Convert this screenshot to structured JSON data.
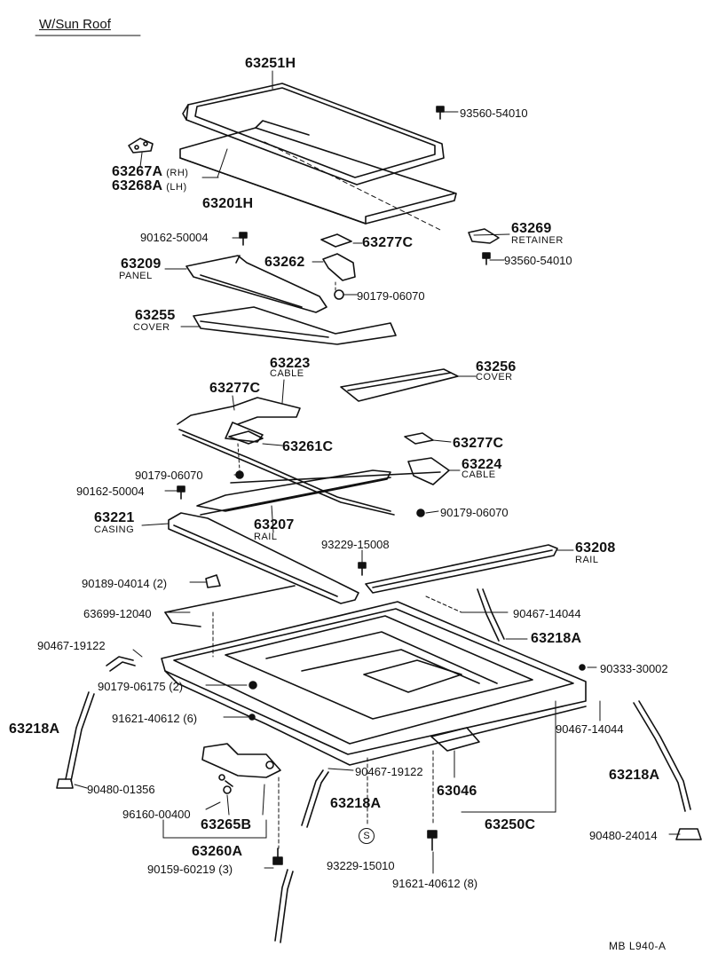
{
  "title": "W/Sun Roof",
  "footer": "MB  L940-A",
  "s_mark": "S",
  "callouts": [
    {
      "id": "p63251H",
      "text": "63251H",
      "size": "lg"
    },
    {
      "id": "p93560_54010_a",
      "text": "93560-54010",
      "size": "md"
    },
    {
      "id": "p63267A",
      "text": "63267A",
      "size": "lg",
      "suffix": "(RH)"
    },
    {
      "id": "p63268A",
      "text": "63268A",
      "size": "lg",
      "suffix": "(LH)"
    },
    {
      "id": "p63201H",
      "text": "63201H",
      "size": "lg"
    },
    {
      "id": "p63269",
      "text": "63269",
      "size": "lg",
      "sub": "RETAINER"
    },
    {
      "id": "p90162_50004_a",
      "text": "90162-50004",
      "size": "md"
    },
    {
      "id": "p63277C_a",
      "text": "63277C",
      "size": "lg"
    },
    {
      "id": "p93560_54010_b",
      "text": "93560-54010",
      "size": "md"
    },
    {
      "id": "p63209",
      "text": "63209",
      "size": "lg",
      "sub": "PANEL"
    },
    {
      "id": "p63262",
      "text": "63262",
      "size": "lg"
    },
    {
      "id": "p90179_06070_a",
      "text": "90179-06070",
      "size": "md"
    },
    {
      "id": "p63255",
      "text": "63255",
      "size": "lg",
      "sub": "COVER"
    },
    {
      "id": "p63223",
      "text": "63223",
      "size": "lg",
      "sub": "CABLE"
    },
    {
      "id": "p63256",
      "text": "63256",
      "size": "lg",
      "sub": "COVER"
    },
    {
      "id": "p63277C_b",
      "text": "63277C",
      "size": "lg"
    },
    {
      "id": "p63261C",
      "text": "63261C",
      "size": "lg"
    },
    {
      "id": "p63277C_c",
      "text": "63277C",
      "size": "lg"
    },
    {
      "id": "p90179_06070_b",
      "text": "90179-06070",
      "size": "md"
    },
    {
      "id": "p63224",
      "text": "63224",
      "size": "lg",
      "sub": "CABLE"
    },
    {
      "id": "p90162_50004_b",
      "text": "90162-50004",
      "size": "md"
    },
    {
      "id": "p90179_06070_c",
      "text": "90179-06070",
      "size": "md"
    },
    {
      "id": "p63221",
      "text": "63221",
      "size": "lg",
      "sub": "CASING"
    },
    {
      "id": "p63207",
      "text": "63207",
      "size": "lg",
      "sub": "RAIL"
    },
    {
      "id": "p93229_15008",
      "text": "93229-15008",
      "size": "md"
    },
    {
      "id": "p63208",
      "text": "63208",
      "size": "lg",
      "sub": "RAIL"
    },
    {
      "id": "p90189_04014",
      "text": "90189-04014 (2)",
      "size": "md"
    },
    {
      "id": "p63699_12040",
      "text": "63699-12040",
      "size": "md"
    },
    {
      "id": "p90467_14044_a",
      "text": "90467-14044",
      "size": "md"
    },
    {
      "id": "p90467_19122_a",
      "text": "90467-19122",
      "size": "md"
    },
    {
      "id": "p63218A_a",
      "text": "63218A",
      "size": "lg"
    },
    {
      "id": "p90179_06175",
      "text": "90179-06175 (2)",
      "size": "md"
    },
    {
      "id": "p90333_30002",
      "text": "90333-30002",
      "size": "md"
    },
    {
      "id": "p63218A_b",
      "text": "63218A",
      "size": "lg"
    },
    {
      "id": "p91621_40612_a",
      "text": "91621-40612 (6)",
      "size": "md"
    },
    {
      "id": "p90467_14044_b",
      "text": "90467-14044",
      "size": "md"
    },
    {
      "id": "p90467_19122_b",
      "text": "90467-19122",
      "size": "md"
    },
    {
      "id": "p90480_01356",
      "text": "90480-01356",
      "size": "md"
    },
    {
      "id": "p63046",
      "text": "63046",
      "size": "lg"
    },
    {
      "id": "p63218A_c",
      "text": "63218A",
      "size": "lg"
    },
    {
      "id": "p63218A_d",
      "text": "63218A",
      "size": "lg"
    },
    {
      "id": "p96160_00400",
      "text": "96160-00400",
      "size": "md"
    },
    {
      "id": "p63265B",
      "text": "63265B",
      "size": "lg"
    },
    {
      "id": "p63250C",
      "text": "63250C",
      "size": "lg"
    },
    {
      "id": "p63260A",
      "text": "63260A",
      "size": "lg"
    },
    {
      "id": "p90480_24014",
      "text": "90480-24014",
      "size": "md"
    },
    {
      "id": "p93229_15010",
      "text": "93229-15010",
      "size": "md"
    },
    {
      "id": "p90159_60219",
      "text": "90159-60219 (3)",
      "size": "md"
    },
    {
      "id": "p91621_40612_b",
      "text": "91621-40612 (8)",
      "size": "md"
    }
  ]
}
